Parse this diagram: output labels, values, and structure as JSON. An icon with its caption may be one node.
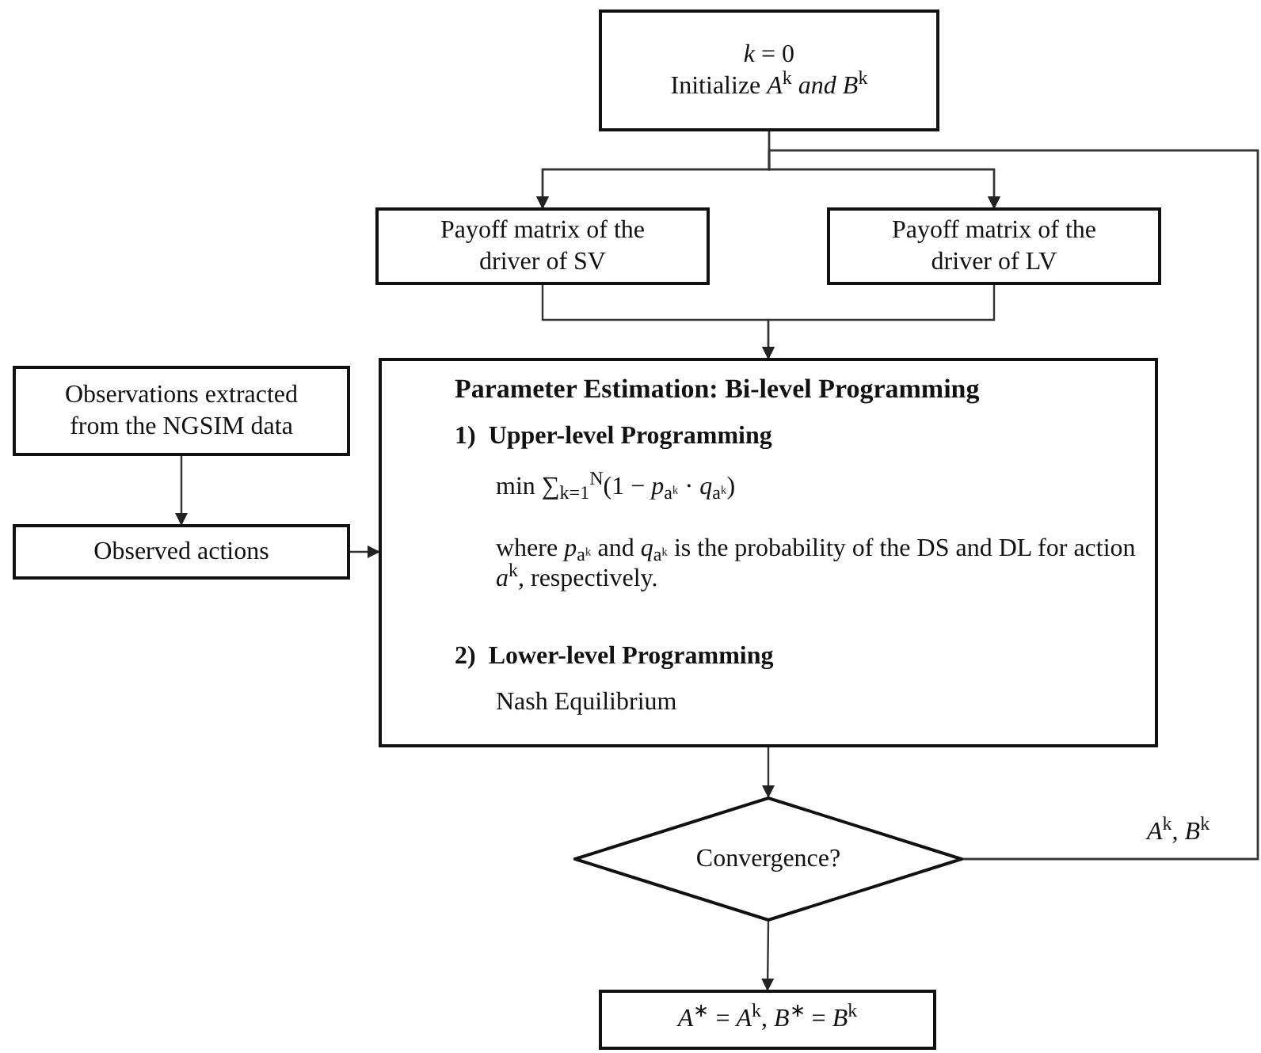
{
  "diagram": {
    "nodes": [
      {
        "text": [
          "*k* = 0",
          "Initialize *A*$^{k}$ *and B*$^{k}$"
        ]
      },
      {
        "text": [
          "Payoff matrix of the driver of SV"
        ]
      },
      {
        "text": [
          "Payoff matrix of the driver of LV"
        ]
      },
      {
        "text": [
          "Observations extracted from the NGSIM data"
        ]
      },
      {
        "text": [
          "Observed actions"
        ]
      },
      {
        "text": [
          "Parameter Estimation: Bi-level Programming",
          "1)  Upper-level Programming",
          "min ∑$_{k=1}$$^{N}$(1 − *p*$_{aᵏ}$ · *q*$_{aᵏ}$)",
          "where *p*$_{aᵏ}$ and *q*$_{aᵏ}$ is the probability of the DS and DL for action *a*$^{k}$, respectively.",
          "2)  Lower-level Programming",
          "Nash Equilibrium"
        ]
      },
      {
        "text": [
          "Convergence?"
        ]
      },
      {
        "text": [
          "*A*$^{∗}$ = *A*$^{k}$, *B*$^{∗}$ = *B*$^{k}$"
        ]
      }
    ],
    "edges": [
      {
        "from": 0,
        "to": 1,
        "arrow": "to"
      },
      {
        "from": 0,
        "to": 2,
        "arrow": "to"
      },
      {
        "from": 1,
        "to": 5,
        "arrow": "to"
      },
      {
        "from": 2,
        "to": 5,
        "arrow": "to"
      },
      {
        "from": 3,
        "to": 4,
        "arrow": "to"
      },
      {
        "from": 4,
        "to": 5,
        "arrow": "to"
      },
      {
        "from": 5,
        "to": 6,
        "arrow": "to"
      },
      {
        "from": 6,
        "to": 7,
        "arrow": "to"
      },
      {
        "from": 6,
        "to": 1,
        "arrow": "to",
        "label": "*A*$^{k}$, *B*$^{k}$"
      },
      {
        "from": 6,
        "to": 2,
        "arrow": "to"
      }
    ]
  }
}
